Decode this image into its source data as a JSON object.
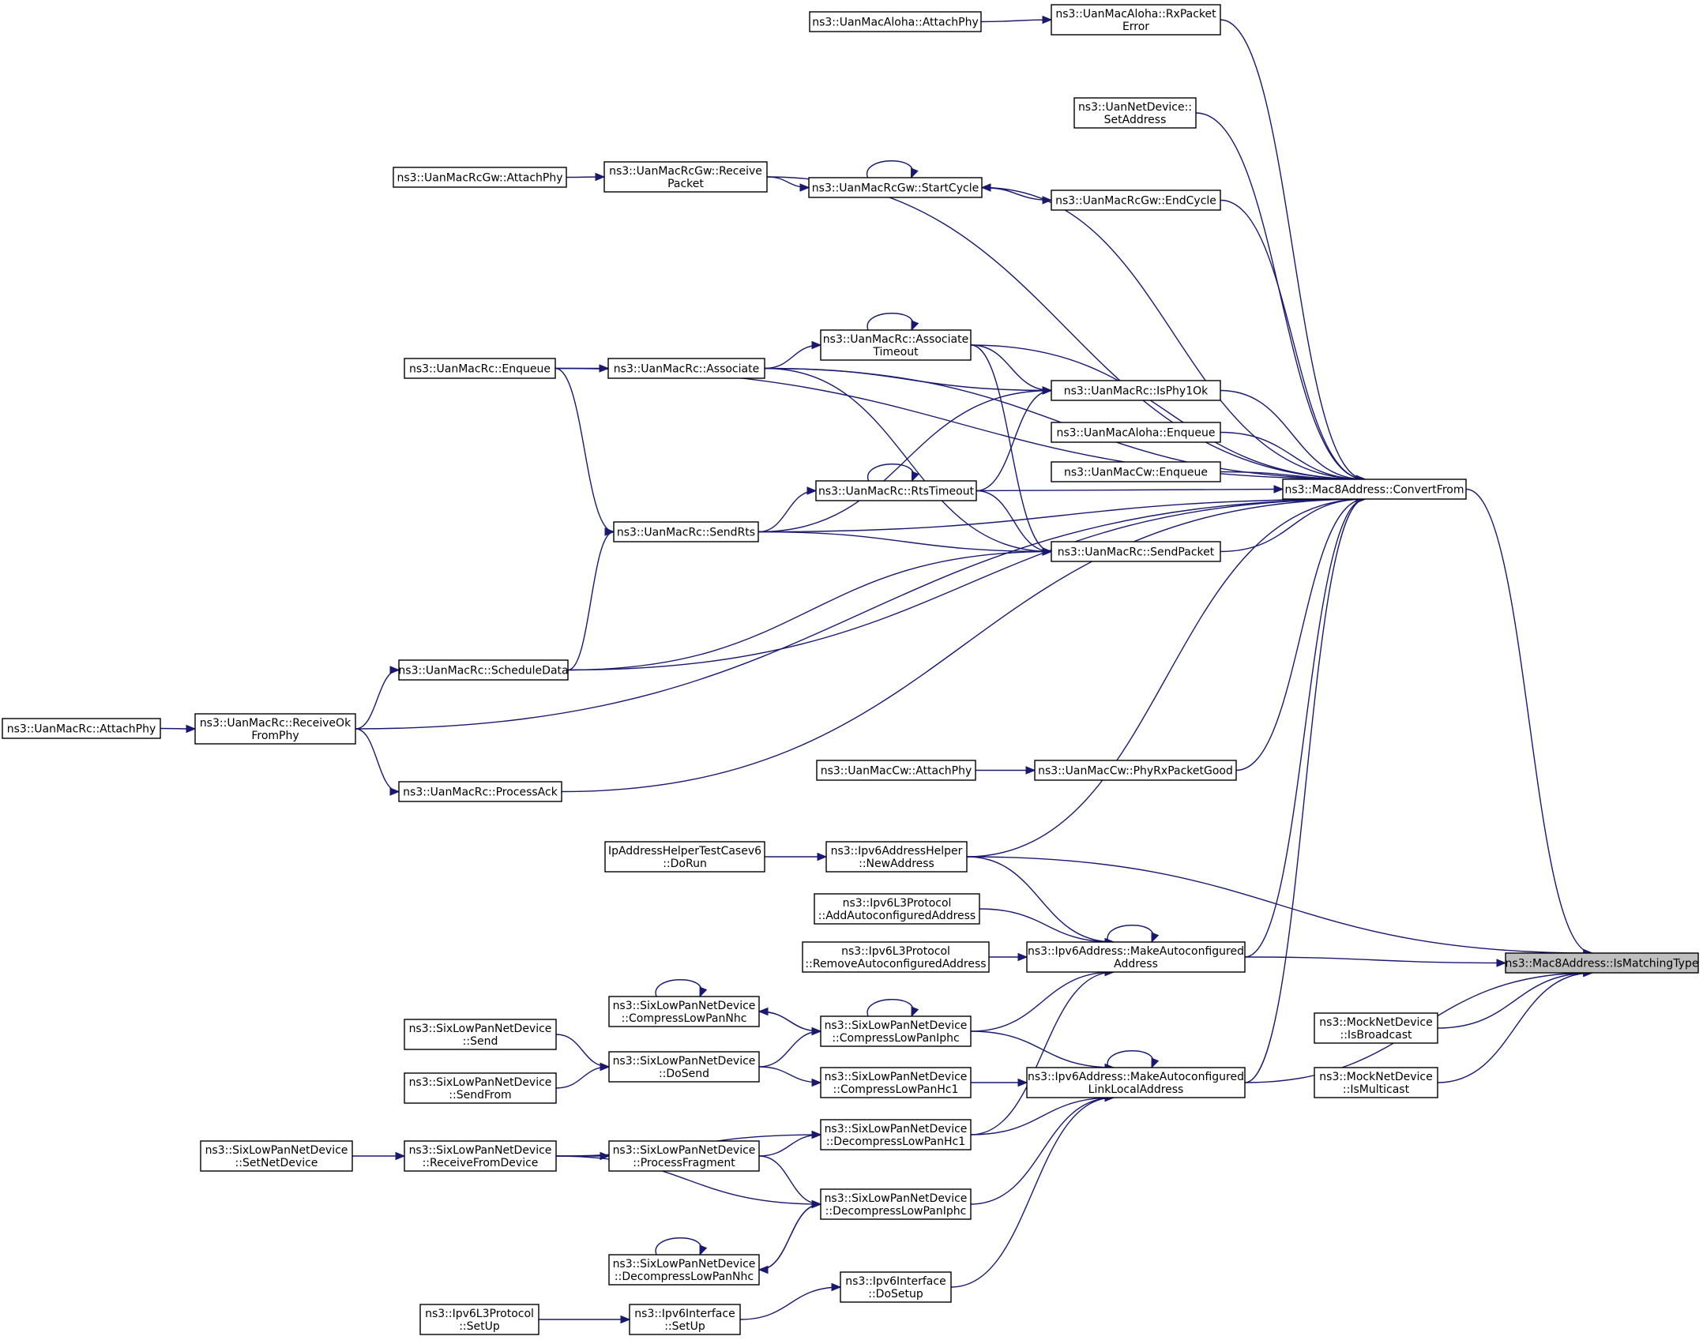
{
  "colors": {
    "edge": "#191970",
    "node_border": "#000000",
    "root_fill": "#bfbfbf",
    "node_fill": "#ffffff"
  },
  "nodes": [
    {
      "id": "root",
      "lines": [
        "ns3::Mac8Address::IsMatchingType"
      ]
    },
    {
      "id": "convertfrom",
      "lines": [
        "ns3::Mac8Address::ConvertFrom"
      ]
    },
    {
      "id": "mock_bcast",
      "lines": [
        "ns3::MockNetDevice",
        "::IsBroadcast"
      ]
    },
    {
      "id": "mock_mcast",
      "lines": [
        "ns3::MockNetDevice",
        "::IsMulticast"
      ]
    },
    {
      "id": "makeauto",
      "lines": [
        "ns3::Ipv6Address::MakeAutoconfigured",
        "Address"
      ]
    },
    {
      "id": "makell",
      "lines": [
        "ns3::Ipv6Address::MakeAutoconfigured",
        "LinkLocalAddress"
      ]
    },
    {
      "id": "newaddr",
      "lines": [
        "ns3::Ipv6AddressHelper",
        "::NewAddress"
      ]
    },
    {
      "id": "iptest",
      "lines": [
        "IpAddressHelperTestCasev6",
        "::DoRun"
      ]
    },
    {
      "id": "addauto",
      "lines": [
        "ns3::Ipv6L3Protocol",
        "::AddAutoconfiguredAddress"
      ]
    },
    {
      "id": "remauto",
      "lines": [
        "ns3::Ipv6L3Protocol",
        "::RemoveAutoconfiguredAddress"
      ]
    },
    {
      "id": "aloha_rxerr",
      "lines": [
        "ns3::UanMacAloha::RxPacket",
        "Error"
      ]
    },
    {
      "id": "aloha_attach",
      "lines": [
        "ns3::UanMacAloha::AttachPhy"
      ]
    },
    {
      "id": "uannet_set",
      "lines": [
        "ns3::UanNetDevice::",
        "SetAddress"
      ]
    },
    {
      "id": "rcgw_recv",
      "lines": [
        "ns3::UanMacRcGw::Receive",
        "Packet"
      ]
    },
    {
      "id": "rcgw_attach",
      "lines": [
        "ns3::UanMacRcGw::AttachPhy"
      ]
    },
    {
      "id": "rcgw_start",
      "lines": [
        "ns3::UanMacRcGw::StartCycle"
      ]
    },
    {
      "id": "rcgw_end",
      "lines": [
        "ns3::UanMacRcGw::EndCycle"
      ]
    },
    {
      "id": "rc_assoc_to",
      "lines": [
        "ns3::UanMacRc::Associate",
        "Timeout"
      ]
    },
    {
      "id": "rc_enqueue",
      "lines": [
        "ns3::UanMacRc::Enqueue"
      ]
    },
    {
      "id": "rc_assoc",
      "lines": [
        "ns3::UanMacRc::Associate"
      ]
    },
    {
      "id": "rc_isphy",
      "lines": [
        "ns3::UanMacRc::IsPhy1Ok"
      ]
    },
    {
      "id": "aloha_enq",
      "lines": [
        "ns3::UanMacAloha::Enqueue"
      ]
    },
    {
      "id": "cw_enq",
      "lines": [
        "ns3::UanMacCw::Enqueue"
      ]
    },
    {
      "id": "rc_rtsto",
      "lines": [
        "ns3::UanMacRc::RtsTimeout"
      ]
    },
    {
      "id": "rc_sendrts",
      "lines": [
        "ns3::UanMacRc::SendRts"
      ]
    },
    {
      "id": "rc_sendpkt",
      "lines": [
        "ns3::UanMacRc::SendPacket"
      ]
    },
    {
      "id": "rc_sched",
      "lines": [
        "ns3::UanMacRc::ScheduleData"
      ]
    },
    {
      "id": "rc_attach",
      "lines": [
        "ns3::UanMacRc::AttachPhy"
      ]
    },
    {
      "id": "rc_recvok",
      "lines": [
        "ns3::UanMacRc::ReceiveOk",
        "FromPhy"
      ]
    },
    {
      "id": "cw_attach",
      "lines": [
        "ns3::UanMacCw::AttachPhy"
      ]
    },
    {
      "id": "cw_phyrx",
      "lines": [
        "ns3::UanMacCw::PhyRxPacketGood"
      ]
    },
    {
      "id": "rc_ack",
      "lines": [
        "ns3::UanMacRc::ProcessAck"
      ]
    },
    {
      "id": "six_cnhc",
      "lines": [
        "ns3::SixLowPanNetDevice",
        "::CompressLowPanNhc"
      ]
    },
    {
      "id": "six_ciphc",
      "lines": [
        "ns3::SixLowPanNetDevice",
        "::CompressLowPanIphc"
      ]
    },
    {
      "id": "six_send",
      "lines": [
        "ns3::SixLowPanNetDevice",
        "::Send"
      ]
    },
    {
      "id": "six_dosend",
      "lines": [
        "ns3::SixLowPanNetDevice",
        "::DoSend"
      ]
    },
    {
      "id": "six_sendfrom",
      "lines": [
        "ns3::SixLowPanNetDevice",
        "::SendFrom"
      ]
    },
    {
      "id": "six_chc1",
      "lines": [
        "ns3::SixLowPanNetDevice",
        "::CompressLowPanHc1"
      ]
    },
    {
      "id": "six_dhc1",
      "lines": [
        "ns3::SixLowPanNetDevice",
        "::DecompressLowPanHc1"
      ]
    },
    {
      "id": "six_setnet",
      "lines": [
        "ns3::SixLowPanNetDevice",
        "::SetNetDevice"
      ]
    },
    {
      "id": "six_recvfrom",
      "lines": [
        "ns3::SixLowPanNetDevice",
        "::ReceiveFromDevice"
      ]
    },
    {
      "id": "six_procfrag",
      "lines": [
        "ns3::SixLowPanNetDevice",
        "::ProcessFragment"
      ]
    },
    {
      "id": "six_diphc",
      "lines": [
        "ns3::SixLowPanNetDevice",
        "::DecompressLowPanIphc"
      ]
    },
    {
      "id": "six_dnhc",
      "lines": [
        "ns3::SixLowPanNetDevice",
        "::DecompressLowPanNhc"
      ]
    },
    {
      "id": "ipv6if_dosetup",
      "lines": [
        "ns3::Ipv6Interface",
        "::DoSetup"
      ]
    },
    {
      "id": "ipv6l3_setup",
      "lines": [
        "ns3::Ipv6L3Protocol",
        "::SetUp"
      ]
    },
    {
      "id": "ipv6if_setup",
      "lines": [
        "ns3::Ipv6Interface",
        "::SetUp"
      ]
    }
  ],
  "edges": [
    [
      "convertfrom",
      "root"
    ],
    [
      "mock_bcast",
      "root"
    ],
    [
      "mock_mcast",
      "root"
    ],
    [
      "makeauto",
      "root"
    ],
    [
      "makell",
      "root"
    ],
    [
      "newaddr",
      "root"
    ],
    [
      "aloha_rxerr",
      "convertfrom"
    ],
    [
      "aloha_attach",
      "aloha_rxerr"
    ],
    [
      "rcgw_recv",
      "convertfrom"
    ],
    [
      "uannet_set",
      "convertfrom"
    ],
    [
      "rcgw_start",
      "convertfrom"
    ],
    [
      "rcgw_end",
      "convertfrom"
    ],
    [
      "rc_enqueue",
      "convertfrom"
    ],
    [
      "rc_assoc",
      "convertfrom"
    ],
    [
      "rc_assoc_to",
      "convertfrom"
    ],
    [
      "rc_isphy",
      "convertfrom"
    ],
    [
      "aloha_enq",
      "convertfrom"
    ],
    [
      "cw_enq",
      "convertfrom"
    ],
    [
      "rc_rtsto",
      "convertfrom"
    ],
    [
      "rc_sendpkt",
      "convertfrom"
    ],
    [
      "rc_sendrts",
      "convertfrom"
    ],
    [
      "rc_sched",
      "convertfrom"
    ],
    [
      "rc_recvok",
      "convertfrom"
    ],
    [
      "cw_phyrx",
      "convertfrom"
    ],
    [
      "rc_ack",
      "convertfrom"
    ],
    [
      "newaddr",
      "convertfrom"
    ],
    [
      "makeauto",
      "convertfrom"
    ],
    [
      "makell",
      "convertfrom"
    ],
    [
      "rcgw_attach",
      "rcgw_recv"
    ],
    [
      "rcgw_recv",
      "rcgw_start"
    ],
    [
      "rcgw_start",
      "rcgw_start"
    ],
    [
      "rcgw_end",
      "rcgw_start"
    ],
    [
      "rcgw_start",
      "rcgw_end"
    ],
    [
      "rc_enqueue",
      "rc_assoc"
    ],
    [
      "rc_assoc",
      "rc_assoc_to"
    ],
    [
      "rc_assoc_to",
      "rc_assoc_to"
    ],
    [
      "rc_assoc_to",
      "rc_isphy"
    ],
    [
      "rc_assoc",
      "rc_isphy"
    ],
    [
      "rc_sendrts",
      "rc_isphy"
    ],
    [
      "rc_rtsto",
      "rc_isphy"
    ],
    [
      "rc_rtsto",
      "rc_rtsto"
    ],
    [
      "rc_sendrts",
      "rc_rtsto"
    ],
    [
      "rc_rtsto",
      "rc_sendpkt"
    ],
    [
      "rc_assoc_to",
      "rc_sendpkt"
    ],
    [
      "rc_assoc",
      "rc_sendpkt"
    ],
    [
      "rc_sendrts",
      "rc_sendpkt"
    ],
    [
      "rc_sched",
      "rc_sendpkt"
    ],
    [
      "rc_enqueue",
      "rc_sendrts"
    ],
    [
      "rc_sched",
      "rc_sendrts"
    ],
    [
      "rc_recvok",
      "rc_sched"
    ],
    [
      "rc_attach",
      "rc_recvok"
    ],
    [
      "rc_recvok",
      "rc_ack"
    ],
    [
      "cw_attach",
      "cw_phyrx"
    ],
    [
      "iptest",
      "newaddr"
    ],
    [
      "newaddr",
      "makeauto"
    ],
    [
      "addauto",
      "makeauto"
    ],
    [
      "remauto",
      "makeauto"
    ],
    [
      "makeauto",
      "makeauto"
    ],
    [
      "six_ciphc",
      "makeauto"
    ],
    [
      "six_dhc1",
      "makeauto"
    ],
    [
      "makell",
      "makell"
    ],
    [
      "six_ciphc",
      "makell"
    ],
    [
      "six_chc1",
      "makell"
    ],
    [
      "six_dhc1",
      "makell"
    ],
    [
      "six_diphc",
      "makell"
    ],
    [
      "ipv6if_dosetup",
      "makell"
    ],
    [
      "six_ciphc",
      "six_cnhc"
    ],
    [
      "six_cnhc",
      "six_cnhc"
    ],
    [
      "six_cnhc",
      "six_ciphc"
    ],
    [
      "six_ciphc",
      "six_ciphc"
    ],
    [
      "six_dosend",
      "six_ciphc"
    ],
    [
      "six_send",
      "six_dosend"
    ],
    [
      "six_sendfrom",
      "six_dosend"
    ],
    [
      "six_dosend",
      "six_chc1"
    ],
    [
      "six_recvfrom",
      "six_dhc1"
    ],
    [
      "six_procfrag",
      "six_dhc1"
    ],
    [
      "six_setnet",
      "six_recvfrom"
    ],
    [
      "six_recvfrom",
      "six_procfrag"
    ],
    [
      "six_procfrag",
      "six_diphc"
    ],
    [
      "six_recvfrom",
      "six_diphc"
    ],
    [
      "six_dnhc",
      "six_diphc"
    ],
    [
      "six_diphc",
      "six_dnhc"
    ],
    [
      "six_dnhc",
      "six_dnhc"
    ],
    [
      "ipv6if_setup",
      "ipv6if_dosetup"
    ],
    [
      "ipv6l3_setup",
      "ipv6if_setup"
    ]
  ]
}
